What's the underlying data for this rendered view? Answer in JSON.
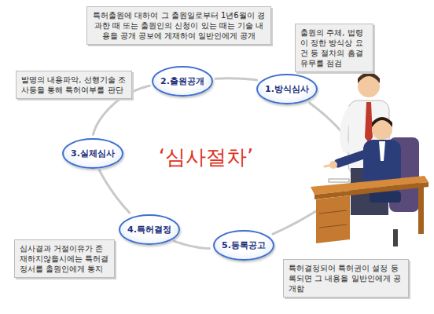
{
  "diagram": {
    "title": "‘심사절차’",
    "nodes": [
      {
        "text": [
          "특허출원에 대하여 그 출원일로부터 1년6월이 경과한 때 또는 출원인의 신청이 있는 때는 기술 내용을 공개 공보에 게재하여 일반인에게 공개"
        ]
      },
      {
        "text": [
          "출원의 주체, 법령이 정한 방식상 요건 등 절차의 흠결유무를 점검"
        ]
      },
      {
        "text": [
          "2.출원공개"
        ]
      },
      {
        "text": [
          "1.방식심사"
        ]
      },
      {
        "text": [
          "발명의 내용파악, 선행기술 조사등을 통해 특허여부를 판단"
        ]
      },
      {
        "text": [
          "3.실체심사"
        ]
      },
      {
        "text": [
          "4.특허결정"
        ]
      },
      {
        "text": [
          "5.등록공고"
        ]
      },
      {
        "text": [
          "심사결과 거절이유가 존재하지않을시에는 특허결정서를 출원인에게 통지"
        ]
      },
      {
        "text": [
          "특허결정되어 특허권이 설정 등록되면 그 내용을 일반인에게 공개함"
        ]
      }
    ],
    "edges": [
      {
        "from": 3,
        "to": 2,
        "arrow": "none"
      },
      {
        "from": 2,
        "to": 5,
        "arrow": "none"
      },
      {
        "from": 5,
        "to": 6,
        "arrow": "none"
      },
      {
        "from": 6,
        "to": 7,
        "arrow": "none"
      },
      {
        "from": 7,
        "to": 3,
        "arrow": "none"
      }
    ]
  }
}
